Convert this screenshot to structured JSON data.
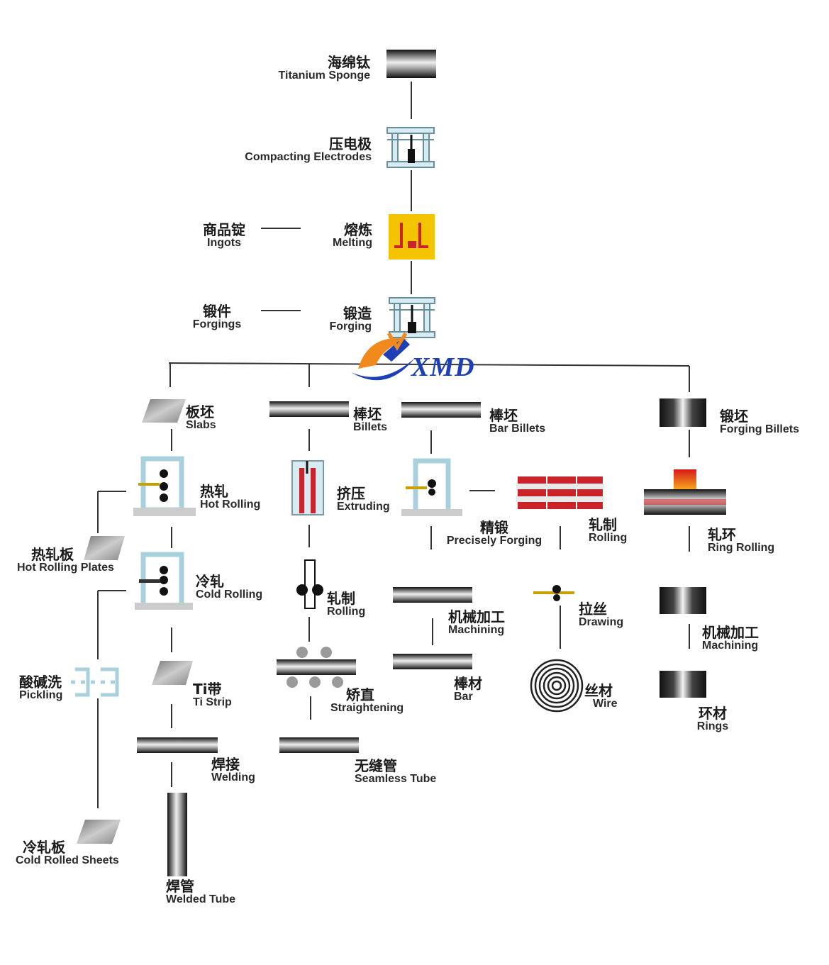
{
  "brand": {
    "logo_text": "XMD",
    "logo_color": "#1f3fb6",
    "accent_orange": "#f08a1c"
  },
  "colors": {
    "melting_box": "#f5c400",
    "extrude_red": "#c8242a",
    "rod_dark": "#1b1b1b"
  },
  "nodes": {
    "titanium_sponge": {
      "zh": "海绵钛",
      "en": "Titanium Sponge"
    },
    "compacting": {
      "zh": "压电极",
      "en": "Compacting Electrodes"
    },
    "ingots": {
      "zh": "商品锭",
      "en": "Ingots"
    },
    "melting": {
      "zh": "熔炼",
      "en": "Melting"
    },
    "forgings": {
      "zh": "锻件",
      "en": "Forgings"
    },
    "forging": {
      "zh": "锻造",
      "en": "Forging"
    },
    "slabs": {
      "zh": "板坯",
      "en": "Slabs"
    },
    "billets": {
      "zh": "棒坯",
      "en": "Billets"
    },
    "bar_billets": {
      "zh": "棒坯",
      "en": "Bar Billets"
    },
    "forging_billets": {
      "zh": "锻坯",
      "en": "Forging Billets"
    },
    "hot_rolling": {
      "zh": "热轧",
      "en": "Hot Rolling"
    },
    "extruding": {
      "zh": "挤压",
      "en": "Extruding"
    },
    "precisely_forging": {
      "zh": "精锻",
      "en": "Precisely Forging"
    },
    "rolling_bar": {
      "zh": "轧制",
      "en": "Rolling"
    },
    "ring_rolling": {
      "zh": "轧环",
      "en": "Ring Rolling"
    },
    "hot_rolling_plates": {
      "zh": "热轧板",
      "en": "Hot Rolling Plates"
    },
    "cold_rolling": {
      "zh": "冷轧",
      "en": "Cold Rolling"
    },
    "rolling_tube": {
      "zh": "轧制",
      "en": "Rolling"
    },
    "machining_bar": {
      "zh": "机械加工",
      "en": "Machining"
    },
    "drawing": {
      "zh": "拉丝",
      "en": "Drawing"
    },
    "machining_ring": {
      "zh": "机械加工",
      "en": "Machining"
    },
    "pickling": {
      "zh": "酸碱洗",
      "en": "Pickling"
    },
    "ti_strip": {
      "zh": "Ti带",
      "en": "Ti Strip"
    },
    "straightening": {
      "zh": "矫直",
      "en": "Straightening"
    },
    "bar": {
      "zh": "棒材",
      "en": "Bar"
    },
    "wire": {
      "zh": "丝材",
      "en": "Wire"
    },
    "rings": {
      "zh": "环材",
      "en": "Rings"
    },
    "welding": {
      "zh": "焊接",
      "en": "Welding"
    },
    "seamless_tube": {
      "zh": "无缝管",
      "en": "Seamless Tube"
    },
    "cold_rolled_sheets": {
      "zh": "冷轧板",
      "en": "Cold Rolled Sheets"
    },
    "welded_tube": {
      "zh": "焊管",
      "en": "Welded Tube"
    }
  }
}
